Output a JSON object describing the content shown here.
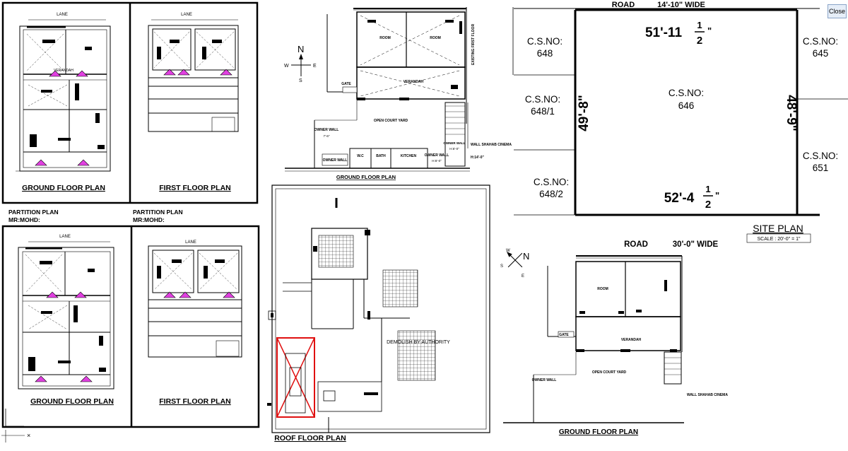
{
  "toolbar": {
    "close_label": "Close"
  },
  "compass": {
    "north": "N",
    "south": "S",
    "east": "E",
    "west": "W"
  },
  "top_left_sheet": {
    "ground_plan_title": "GROUND FLOOR PLAN",
    "first_plan_title": "FIRST FLOOR PLAN",
    "lane_label": "LANE",
    "verandah": "VERANDAH"
  },
  "bottom_left_sheet": {
    "partition_plan_left": "PARTITION PLAN",
    "owner_left": "MR:MOHD:",
    "partition_plan_right": "PARTITION PLAN",
    "owner_right": "MR:MOHD:",
    "ground_plan_title": "GROUND FLOOR PLAN",
    "first_plan_title": "FIRST FLOOR PLAN",
    "lane_label": "LANE"
  },
  "center_ground_plan": {
    "title": "GROUND FLOOR PLAN",
    "room_left": "ROOM",
    "room_right": "ROOM",
    "verandah": "VERANDAH",
    "gate": "GATE",
    "courtyard": "OPEN COURT YARD",
    "owner_wall_left": "OWNER WALL",
    "owner_wall_left_dim": "7'-6\"",
    "owner_wall_bottom": "OWNER WALL",
    "wc": "W.C",
    "bath": "BATH",
    "kitchen": "KITCHEN",
    "owner_wall_right": "OWNER WALL",
    "owner_wall_right_dim": "H:6'-0\"",
    "owner_wall_right2": "OWNER WALL",
    "owner_wall_right2_dim": "H:6'-0\"",
    "wall_shahab": "WALL SHAHAB CINEMA",
    "wall_height": "H:14'-0\"",
    "existing_first_floor": "EXISTING FIRST FLOOR"
  },
  "roof_plan": {
    "title": "ROOF FLOOR PLAN",
    "demolish_note": "DEMOLISH BY AUTHORITY"
  },
  "site_plan": {
    "title": "SITE PLAN",
    "scale": "SCALE : 20'-0\" = 1\"",
    "road_top": "ROAD",
    "road_top_width": "14'-10\"  WIDE",
    "road_bottom": "ROAD",
    "road_bottom_width": "30'-0\"  WIDE",
    "top_dim": "51'-11",
    "top_dim_num": "1",
    "top_dim_den": "2",
    "bottom_dim": "52'-4",
    "bottom_dim_num": "1",
    "bottom_dim_den": "2",
    "left_dim": "49'-8\"",
    "right_dim": "48'-9\"",
    "cs_648": "C.S.NO:\n648",
    "cs_648_1": "C.S.NO:\n648/1",
    "cs_648_2": "C.S.NO:\n648/2",
    "cs_646": "C.S.NO:\n646",
    "cs_645": "C.S.NO:\n645",
    "cs_651": "C.S.NO:\n651",
    "cs_label": "C.S.NO:",
    "cs_648_no": "648",
    "cs_648_1_no": "648/1",
    "cs_648_2_no": "648/2",
    "cs_646_no": "646",
    "cs_645_no": "645",
    "cs_651_no": "651"
  },
  "bottom_right_plan": {
    "title": "GROUND FLOOR PLAN",
    "room": "ROOM",
    "verandah": "VERANDAH",
    "gate": "GATE",
    "courtyard": "OPEN COURT YARD",
    "owner_wall": "OWNER WALL",
    "wall_shahab": "WALL SHAHAB CINEMA"
  }
}
